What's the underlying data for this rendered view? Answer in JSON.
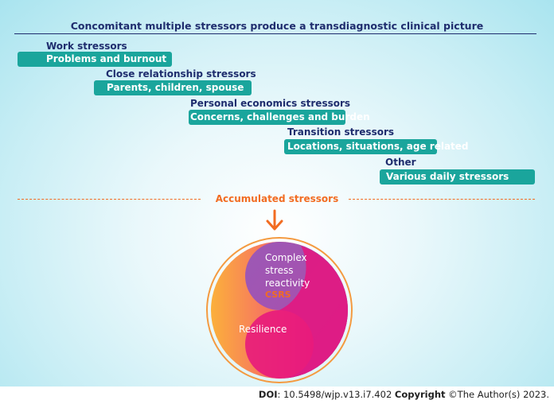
{
  "title": "Concomitant multiple stressors produce a transdiagnostic clinical picture",
  "stressors": [
    {
      "category": "Work stressors",
      "detail": "Problems and burnout"
    },
    {
      "category": "Close relationship stressors",
      "detail": "Parents, children, spouse"
    },
    {
      "category": "Personal economics stressors",
      "detail": "Concerns, challenges and burden"
    },
    {
      "category": "Transition stressors",
      "detail": "Locations, situations, age related"
    },
    {
      "category": "Other",
      "detail": "Various daily stressors"
    }
  ],
  "accumulated_label": "Accumulated stressors",
  "circle": {
    "top_lines": [
      "Complex",
      "stress",
      "reactivity"
    ],
    "abbreviation": "CSRS",
    "bottom_label": "Resilience"
  },
  "footer": {
    "doi_label": "DOI",
    "doi_value": ": 10.5498/wjp.v13.i7.402 ",
    "copyright_label": "Copyright",
    "copyright_value": " ©The Author(s) 2023."
  },
  "colors": {
    "bar": "#1aa59c",
    "heading": "#1f2d6e",
    "accent": "#f26c22",
    "purple": "#9b59b6",
    "magenta": "#e6147e",
    "yellow": "#fbb03b"
  }
}
